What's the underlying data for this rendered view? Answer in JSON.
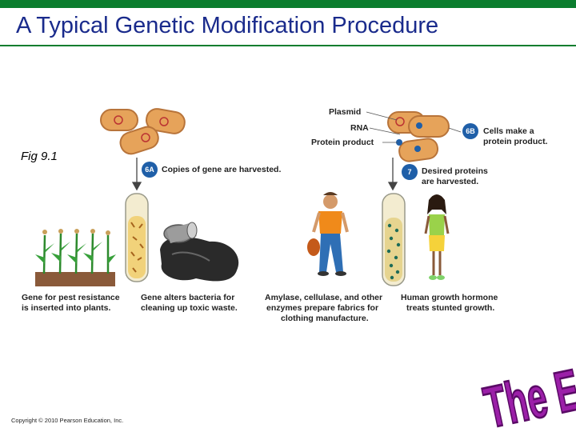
{
  "header": {
    "title": "A Typical Genetic Modification Procedure",
    "accent_color": "#0b7d2e",
    "title_color": "#1a2b8c"
  },
  "figure_label": "Fig 9.1",
  "steps": {
    "step_6a": {
      "badge": "6A",
      "text": "Copies of gene are harvested."
    },
    "step_6b": {
      "badge": "6B",
      "text_1": "Cells make a",
      "text_2": "protein product."
    },
    "step_7": {
      "badge": "7",
      "text_1": "Desired proteins",
      "text_2": "are harvested."
    }
  },
  "labels": {
    "plasmid": "Plasmid",
    "rna": "RNA",
    "protein_product": "Protein product"
  },
  "captions": {
    "plants": {
      "line1": "Gene for pest resistance",
      "line2": "is inserted into plants."
    },
    "bacteria": {
      "line1": "Gene alters bacteria for",
      "line2": "cleaning up toxic waste."
    },
    "fabrics": {
      "line1": "Amylase, cellulase, and other",
      "line2": "enzymes prepare fabrics for",
      "line3": "clothing manufacture."
    },
    "growth": {
      "line1": "Human growth hormone",
      "line2": "treats stunted growth."
    }
  },
  "footer": {
    "copyright": "Copyright © 2010 Pearson Education, Inc.",
    "the_end": "The End"
  }
}
